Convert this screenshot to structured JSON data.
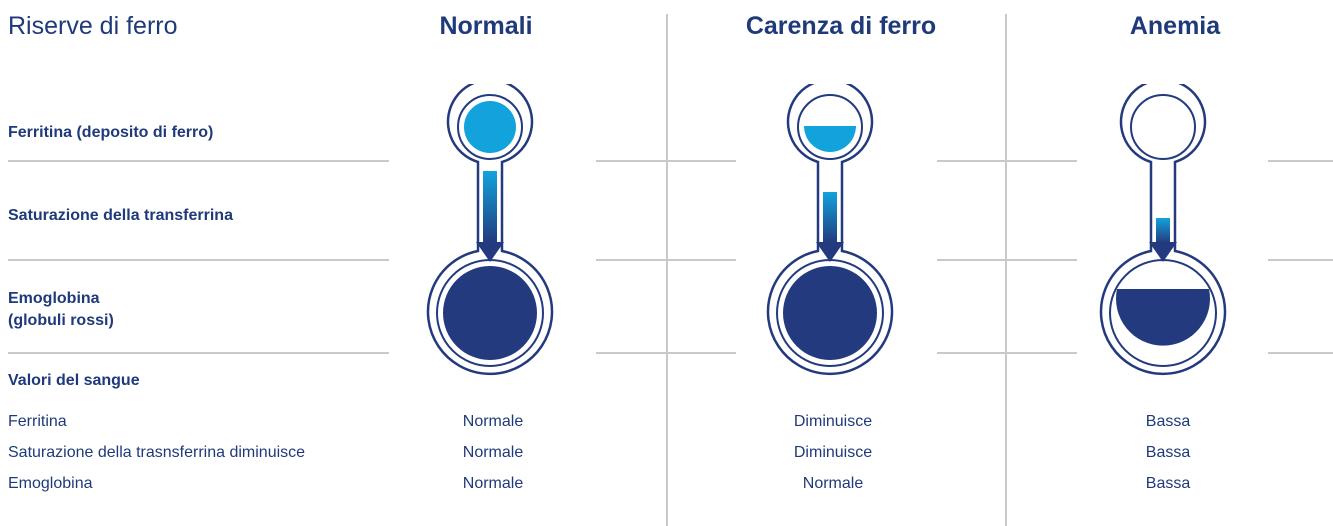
{
  "title": "Riserve di ferro",
  "columns": [
    {
      "label": "Normali",
      "values": [
        "Normale",
        "Normale",
        "Normale"
      ]
    },
    {
      "label": "Carenza di ferro",
      "values": [
        "Diminuisce",
        "Diminuisce",
        "Normale"
      ]
    },
    {
      "label": "Anemia",
      "values": [
        "Bassa",
        "Bassa",
        "Bassa"
      ]
    }
  ],
  "rows": {
    "ferritina": "Ferritina (deposito di ferro)",
    "saturazione": "Saturazione della transferrina",
    "emoglobina_1": "Emoglobina",
    "emoglobina_2": "(globuli rossi)"
  },
  "blood_values": {
    "heading": "Valori del sangue",
    "labels": [
      "Ferritina",
      "Saturazione della trasnsferrina diminuisce",
      "Emoglobina"
    ]
  },
  "colors": {
    "dark_blue": "#233a7e",
    "light_blue": "#12a3dc",
    "outline": "#233a7e",
    "divider": "#c9c9c9"
  },
  "icons": [
    "iron-reserve-normal-icon",
    "iron-reserve-deficiency-icon",
    "iron-reserve-anemia-icon"
  ]
}
